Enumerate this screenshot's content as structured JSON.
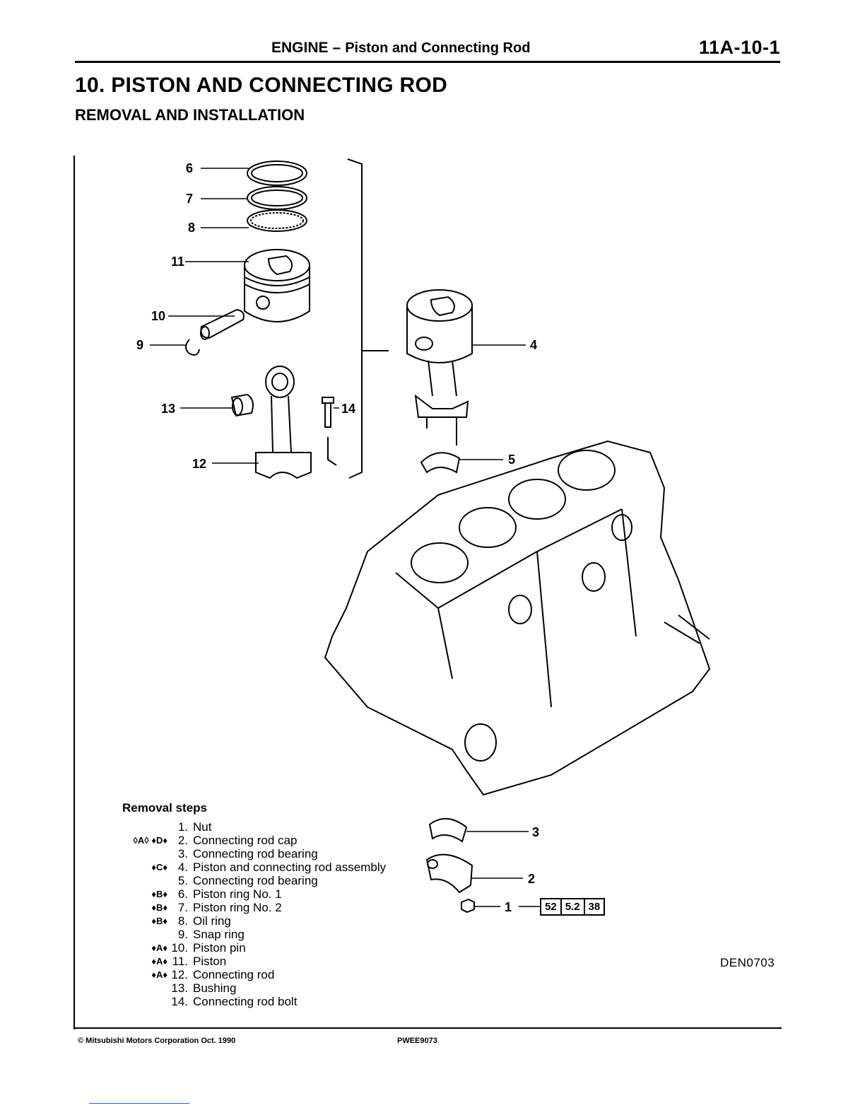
{
  "header": {
    "section": "ENGINE",
    "dash": "–",
    "subsection": "Piston and Connecting Rod",
    "page": "11A-10-1"
  },
  "title": "10. PISTON AND CONNECTING ROD",
  "subtitle": "REMOVAL AND INSTALLATION",
  "callouts": {
    "c6": "6",
    "c7": "7",
    "c8": "8",
    "c11": "11",
    "c10": "10",
    "c9": "9",
    "c13": "13",
    "c14": "14",
    "c12": "12",
    "c4": "4",
    "c5": "5",
    "c3": "3",
    "c2": "2",
    "c1": "1"
  },
  "torque": {
    "nm": "52",
    "kgm": "5.2",
    "ftlbs": "38"
  },
  "figure_code": "DEN0703",
  "removal": {
    "title": "Removal steps",
    "steps": [
      {
        "marks": "",
        "num": "1.",
        "text": "Nut"
      },
      {
        "marks": "◊A◊ ♦D♦",
        "num": "2.",
        "text": "Connecting rod cap"
      },
      {
        "marks": "",
        "num": "3.",
        "text": "Connecting rod bearing"
      },
      {
        "marks": "♦C♦",
        "num": "4.",
        "text": "Piston and connecting rod assembly"
      },
      {
        "marks": "",
        "num": "5.",
        "text": "Connecting rod bearing"
      },
      {
        "marks": "♦B♦",
        "num": "6.",
        "text": "Piston ring No. 1"
      },
      {
        "marks": "♦B♦",
        "num": "7.",
        "text": "Piston ring No. 2"
      },
      {
        "marks": "♦B♦",
        "num": "8.",
        "text": "Oil ring"
      },
      {
        "marks": "",
        "num": "9.",
        "text": "Snap ring"
      },
      {
        "marks": "♦A♦",
        "num": "10.",
        "text": "Piston pin"
      },
      {
        "marks": "♦A♦",
        "num": "11.",
        "text": "Piston"
      },
      {
        "marks": "♦A♦",
        "num": "12.",
        "text": "Connecting rod"
      },
      {
        "marks": "",
        "num": "13.",
        "text": "Bushing"
      },
      {
        "marks": "",
        "num": "14.",
        "text": "Connecting rod bolt"
      }
    ]
  },
  "footer": {
    "copyright": "© Mitsubishi Motors Corporation  Oct. 1990",
    "code": "PWEE9073"
  }
}
